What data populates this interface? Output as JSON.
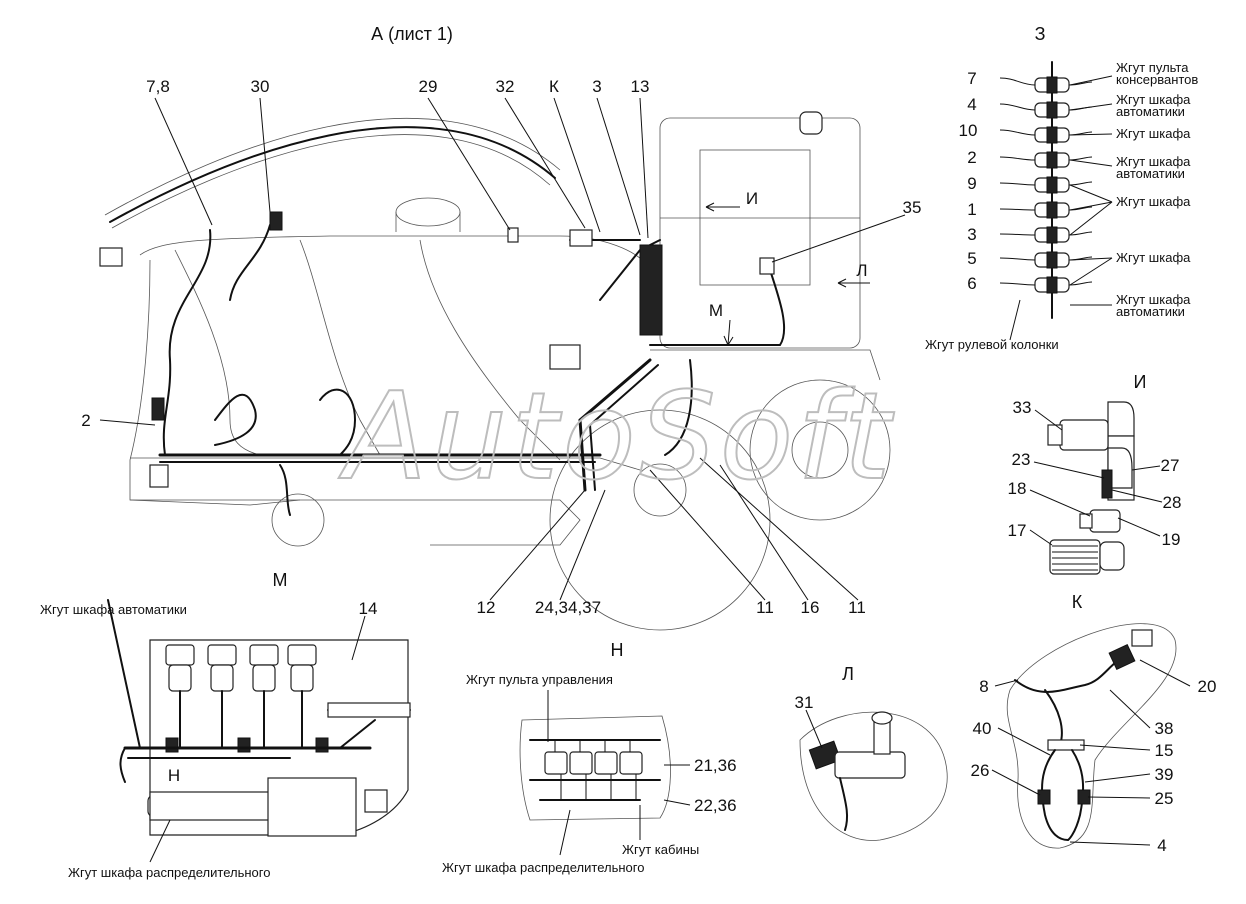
{
  "titles": {
    "main": "А (лист 1)",
    "z": "З",
    "i": "И",
    "k": "К",
    "m": "М",
    "n": "Н",
    "l": "Л"
  },
  "watermark": "AutoSoft",
  "main_view": {
    "callouts": [
      "7,8",
      "30",
      "29",
      "32",
      "К",
      "3",
      "13",
      "35",
      "И",
      "Л",
      "М",
      "2",
      "12",
      "24,34,37",
      "11",
      "16",
      "11"
    ]
  },
  "view_z": {
    "left_numbers": [
      "7",
      "4",
      "10",
      "2",
      "9",
      "1",
      "3",
      "5",
      "6"
    ],
    "right_labels": [
      "Жгут пульта",
      "консервантов",
      "Жгут шкафа",
      "автоматики",
      "Жгут шкафа",
      "Жгут шкафа",
      "автоматики",
      "Жгут шкафа",
      "Жгут шкафа",
      "Жгут шкафа",
      "автоматики"
    ],
    "bottom_label": "Жгут рулевой колонки"
  },
  "view_i": {
    "callouts": [
      "33",
      "23",
      "27",
      "18",
      "28",
      "19",
      "17"
    ]
  },
  "view_m": {
    "callouts": [
      "14",
      "Н"
    ],
    "top_label": "Жгут шкафа автоматики",
    "bottom_label": "Жгут шкафа распределительного"
  },
  "view_n": {
    "callouts": [
      "21,36",
      "22,36"
    ],
    "top_label": "Жгут пульта управления",
    "cab_label": "Жгут кабины",
    "bottom_label": "Жгут шкафа распределительного"
  },
  "view_l": {
    "callouts": [
      "31"
    ]
  },
  "view_k": {
    "callouts": [
      "8",
      "20",
      "38",
      "40",
      "15",
      "39",
      "26",
      "25",
      "4"
    ]
  }
}
